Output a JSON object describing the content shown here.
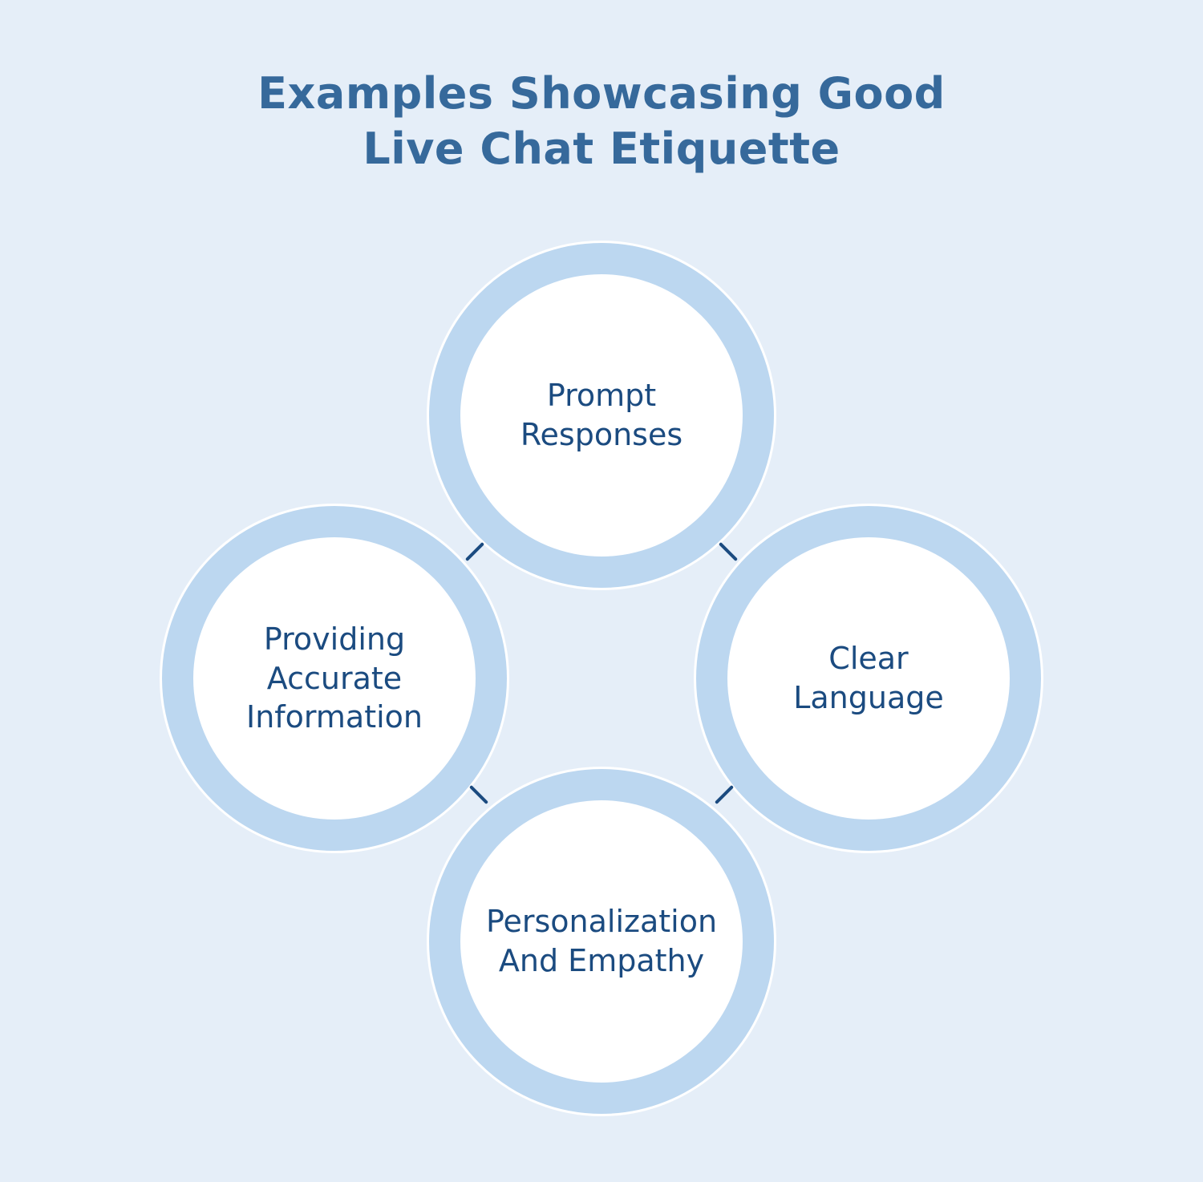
{
  "title": {
    "text": "Examples Showcasing Good\nLive Chat Etiquette"
  },
  "diagram": {
    "nodes": [
      {
        "id": "prompt-responses",
        "position": "top",
        "label": "Prompt\nResponses"
      },
      {
        "id": "providing-accurate-information",
        "position": "left",
        "label": "Providing\nAccurate\nInformation"
      },
      {
        "id": "clear-language",
        "position": "right",
        "label": "Clear\nLanguage"
      },
      {
        "id": "personalization-and-empathy",
        "position": "bottom",
        "label": "Personalization\nAnd Empathy"
      }
    ],
    "connectors": [
      {
        "id": "top-left",
        "between": [
          "prompt-responses",
          "providing-accurate-information"
        ]
      },
      {
        "id": "top-right",
        "between": [
          "prompt-responses",
          "clear-language"
        ]
      },
      {
        "id": "bottom-left",
        "between": [
          "providing-accurate-information",
          "personalization-and-empathy"
        ]
      },
      {
        "id": "bottom-right",
        "between": [
          "clear-language",
          "personalization-and-empathy"
        ]
      }
    ]
  },
  "colors": {
    "background": "#e5eef8",
    "ring": "#bcd7f0",
    "ring_outline": "#ffffff",
    "circle_fill": "#ffffff",
    "title_text": "#36699b",
    "node_text": "#1b4b80",
    "connector": "#1b4b80"
  }
}
